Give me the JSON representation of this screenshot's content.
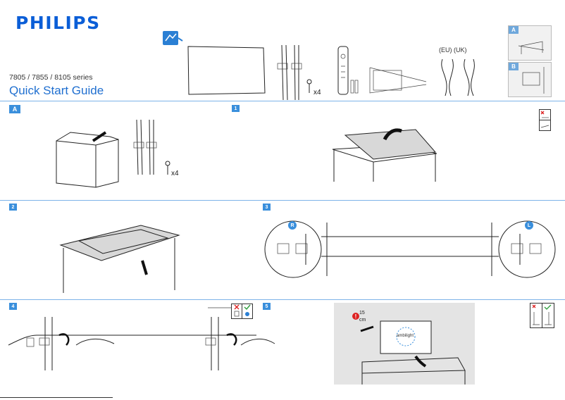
{
  "header": {
    "brand": "PHILIPS",
    "series": "7805 / 7855 / 8105 series",
    "title": "Quick Start Guide"
  },
  "contents": {
    "screw_count": "x4",
    "plug_types": "(EU) (UK)",
    "option_a": "A",
    "option_b": "B"
  },
  "steps": {
    "a": "A",
    "s1": "1",
    "s2": "2",
    "s3": "3",
    "s4": "4",
    "s5": "5"
  },
  "step_a": {
    "screw_count": "x4"
  },
  "step3": {
    "left_foot": "R",
    "right_foot": "L"
  },
  "step5": {
    "distance_value": "15",
    "distance_unit": "cm",
    "tv_brand": "ambilight"
  },
  "colors": {
    "brand": "#0b5ed7",
    "accent": "#3a8fdc",
    "title": "#1f6fd0",
    "divider": "#7db3e8"
  }
}
